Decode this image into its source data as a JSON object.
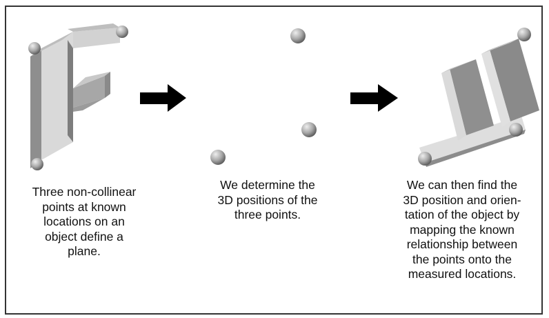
{
  "colors": {
    "frame": "#333333",
    "arrow": "#000000",
    "sphere_light": "#e8e8e8",
    "sphere_dark": "#5a5a5a",
    "face_light": "#d8d8d8",
    "face_mid": "#a9a9a9",
    "face_dark": "#7a7a7a"
  },
  "panels": [
    {
      "icon": "letter-f-object-with-three-points",
      "caption_lines": [
        "Three non-collinear",
        "points at known",
        "locations on an",
        "object define a",
        "plane."
      ]
    },
    {
      "icon": "three-measured-points",
      "caption_lines": [
        "We determine the",
        "3D positions of the",
        "three points."
      ]
    },
    {
      "icon": "rotated-object-fitted-to-points",
      "caption_lines": [
        "We can then find the",
        "3D position and orien-",
        "tation of the object by",
        "mapping the known",
        "relationship between",
        "the points onto the",
        "measured locations."
      ]
    }
  ],
  "arrows": [
    "right-arrow",
    "right-arrow"
  ]
}
